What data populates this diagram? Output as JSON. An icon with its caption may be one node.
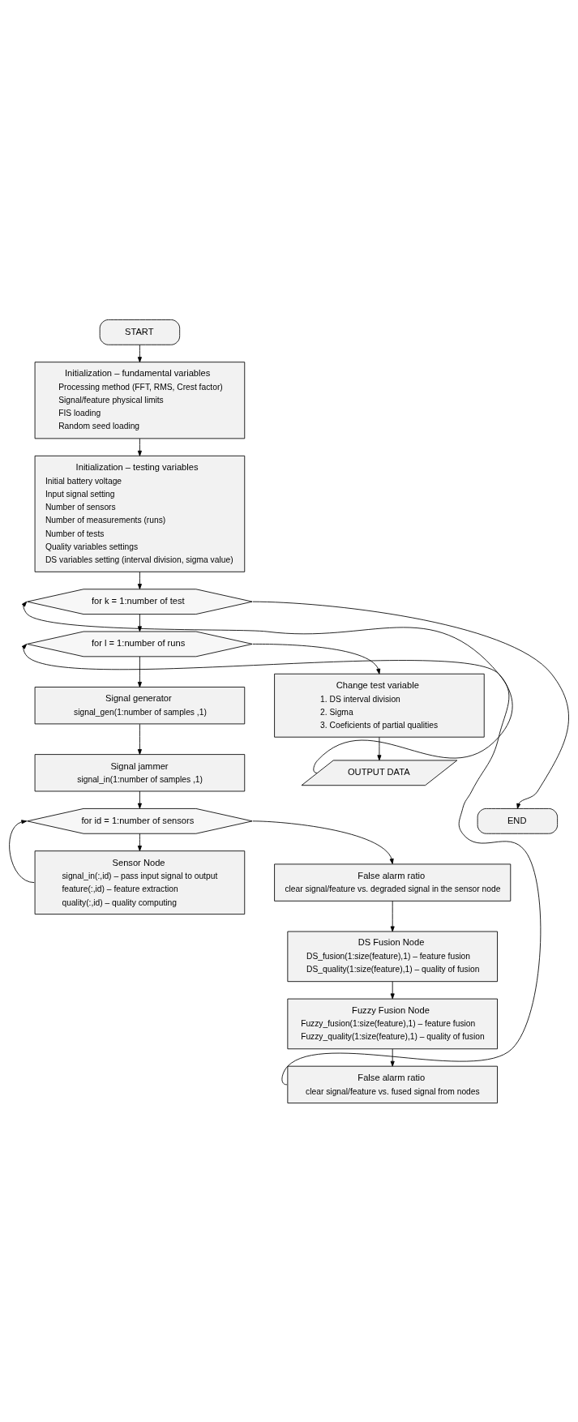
{
  "diagram": {
    "nodes": [
      {
        "text": [
          "START"
        ]
      },
      {
        "text": [
          "Initialization – fundamental variables",
          "Processing method (FFT, RMS, Crest factor)",
          "Signal/feature physical limits",
          "FIS loading",
          "Random seed loading"
        ]
      },
      {
        "text": [
          "Initialization – testing variables",
          "Initial battery voltage",
          "Input signal setting",
          "Number of sensors",
          "Number of measurements (runs)",
          "Number of tests",
          "Quality variables settings",
          "DS variables setting (interval division, sigma value)"
        ]
      },
      {
        "text": [
          "for k = 1:number of test"
        ]
      },
      {
        "text": [
          "for l = 1:number of runs"
        ]
      },
      {
        "text": [
          "Signal generator",
          "signal_gen(1:number of samples ,1)"
        ]
      },
      {
        "text": [
          "Signal jammer",
          "signal_in(1:number of samples ,1)"
        ]
      },
      {
        "text": [
          "for id = 1:number of sensors"
        ]
      },
      {
        "text": [
          "Sensor Node",
          "signal_in(:,id) – pass input signal to output",
          "feature(:,id) – feature extraction",
          "quality(:,id) – quality computing"
        ]
      },
      {
        "text": [
          "False alarm ratio",
          "clear signal/feature vs. degraded signal in the sensor node"
        ]
      },
      {
        "text": [
          "DS Fusion Node",
          "DS_fusion(1:size(feature),1) – feature fusion",
          "DS_quality(1:size(feature),1) – quality of fusion"
        ]
      },
      {
        "text": [
          "Fuzzy Fusion Node",
          "Fuzzy_fusion(1:size(feature),1) – feature fusion",
          "Fuzzy_quality(1:size(feature),1) – quality of fusion"
        ]
      },
      {
        "text": [
          "False alarm ratio",
          "clear signal/feature vs. fused signal from nodes"
        ]
      },
      {
        "text": [
          "Change test variable",
          "1. DS interval division",
          "2. Sigma",
          "3. Coeficients of partial qualities"
        ]
      },
      {
        "text": [
          "OUTPUT DATA"
        ]
      },
      {
        "text": [
          "END"
        ]
      }
    ],
    "edges": [
      {
        "from": 0,
        "to": 1,
        "arrow": "to"
      },
      {
        "from": 1,
        "to": 2,
        "arrow": "to"
      },
      {
        "from": 2,
        "to": 3,
        "arrow": "to"
      },
      {
        "from": 3,
        "to": 4,
        "arrow": "to"
      },
      {
        "from": 4,
        "to": 5,
        "arrow": "to"
      },
      {
        "from": 5,
        "to": 6,
        "arrow": "to"
      },
      {
        "from": 6,
        "to": 7,
        "arrow": "to"
      },
      {
        "from": 7,
        "to": 8,
        "arrow": "to"
      },
      {
        "from": 8,
        "to": 7,
        "arrow": "to"
      },
      {
        "from": 7,
        "to": 9,
        "arrow": "to"
      },
      {
        "from": 9,
        "to": 10,
        "arrow": "to"
      },
      {
        "from": 10,
        "to": 11,
        "arrow": "to"
      },
      {
        "from": 11,
        "to": 12,
        "arrow": "to"
      },
      {
        "from": 12,
        "to": 4,
        "arrow": "to"
      },
      {
        "from": 4,
        "to": 13,
        "arrow": "to"
      },
      {
        "from": 13,
        "to": 14,
        "arrow": "to"
      },
      {
        "from": 14,
        "to": 3,
        "arrow": "to"
      },
      {
        "from": 3,
        "to": 15,
        "arrow": "to"
      }
    ]
  }
}
